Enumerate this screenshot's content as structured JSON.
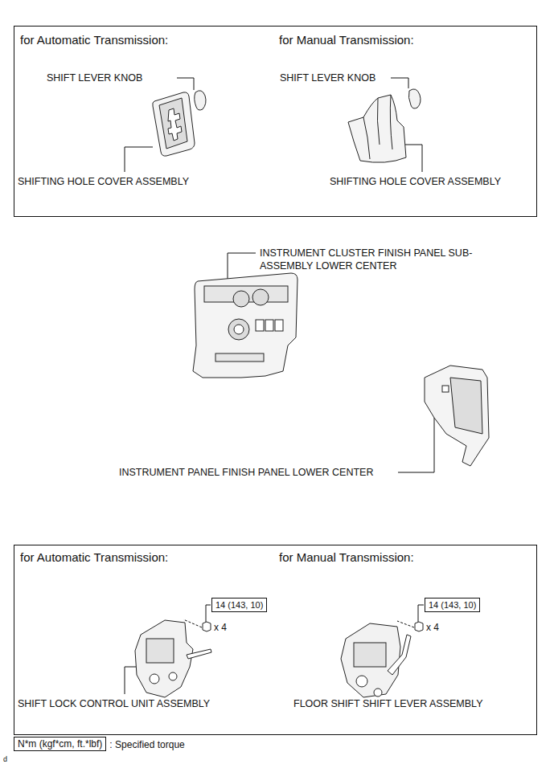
{
  "diagram": {
    "nodes": [
      {
        "text": [
          "for Automatic Transmission:",
          "for Manual Transmission:"
        ]
      },
      {
        "text": [
          "for Automatic Transmission:",
          "for Manual Transmission:"
        ]
      },
      {
        "text": [
          "14 (143, 10)"
        ],
        "in": 1
      },
      {
        "text": [
          "14 (143, 10)"
        ],
        "in": 1
      },
      {
        "text": [
          "N*m (kgf*cm, ft.*lbf)"
        ]
      }
    ],
    "edges": [],
    "labels": [
      "SHIFT LEVER KNOB",
      "SHIFTING HOLE COVER ASSEMBLY",
      "SHIFT LEVER KNOB",
      "SHIFTING HOLE COVER ASSEMBLY",
      "INSTRUMENT CLUSTER FINISH PANEL SUB-ASSEMBLY LOWER CENTER",
      "INSTRUMENT PANEL FINISH PANEL LOWER CENTER",
      "x 4",
      "x 4",
      "SHIFT LOCK CONTROL UNIT ASSEMBLY",
      "FLOOR SHIFT SHIFT LEVER ASSEMBLY",
      ": Specified torque",
      "d"
    ]
  }
}
